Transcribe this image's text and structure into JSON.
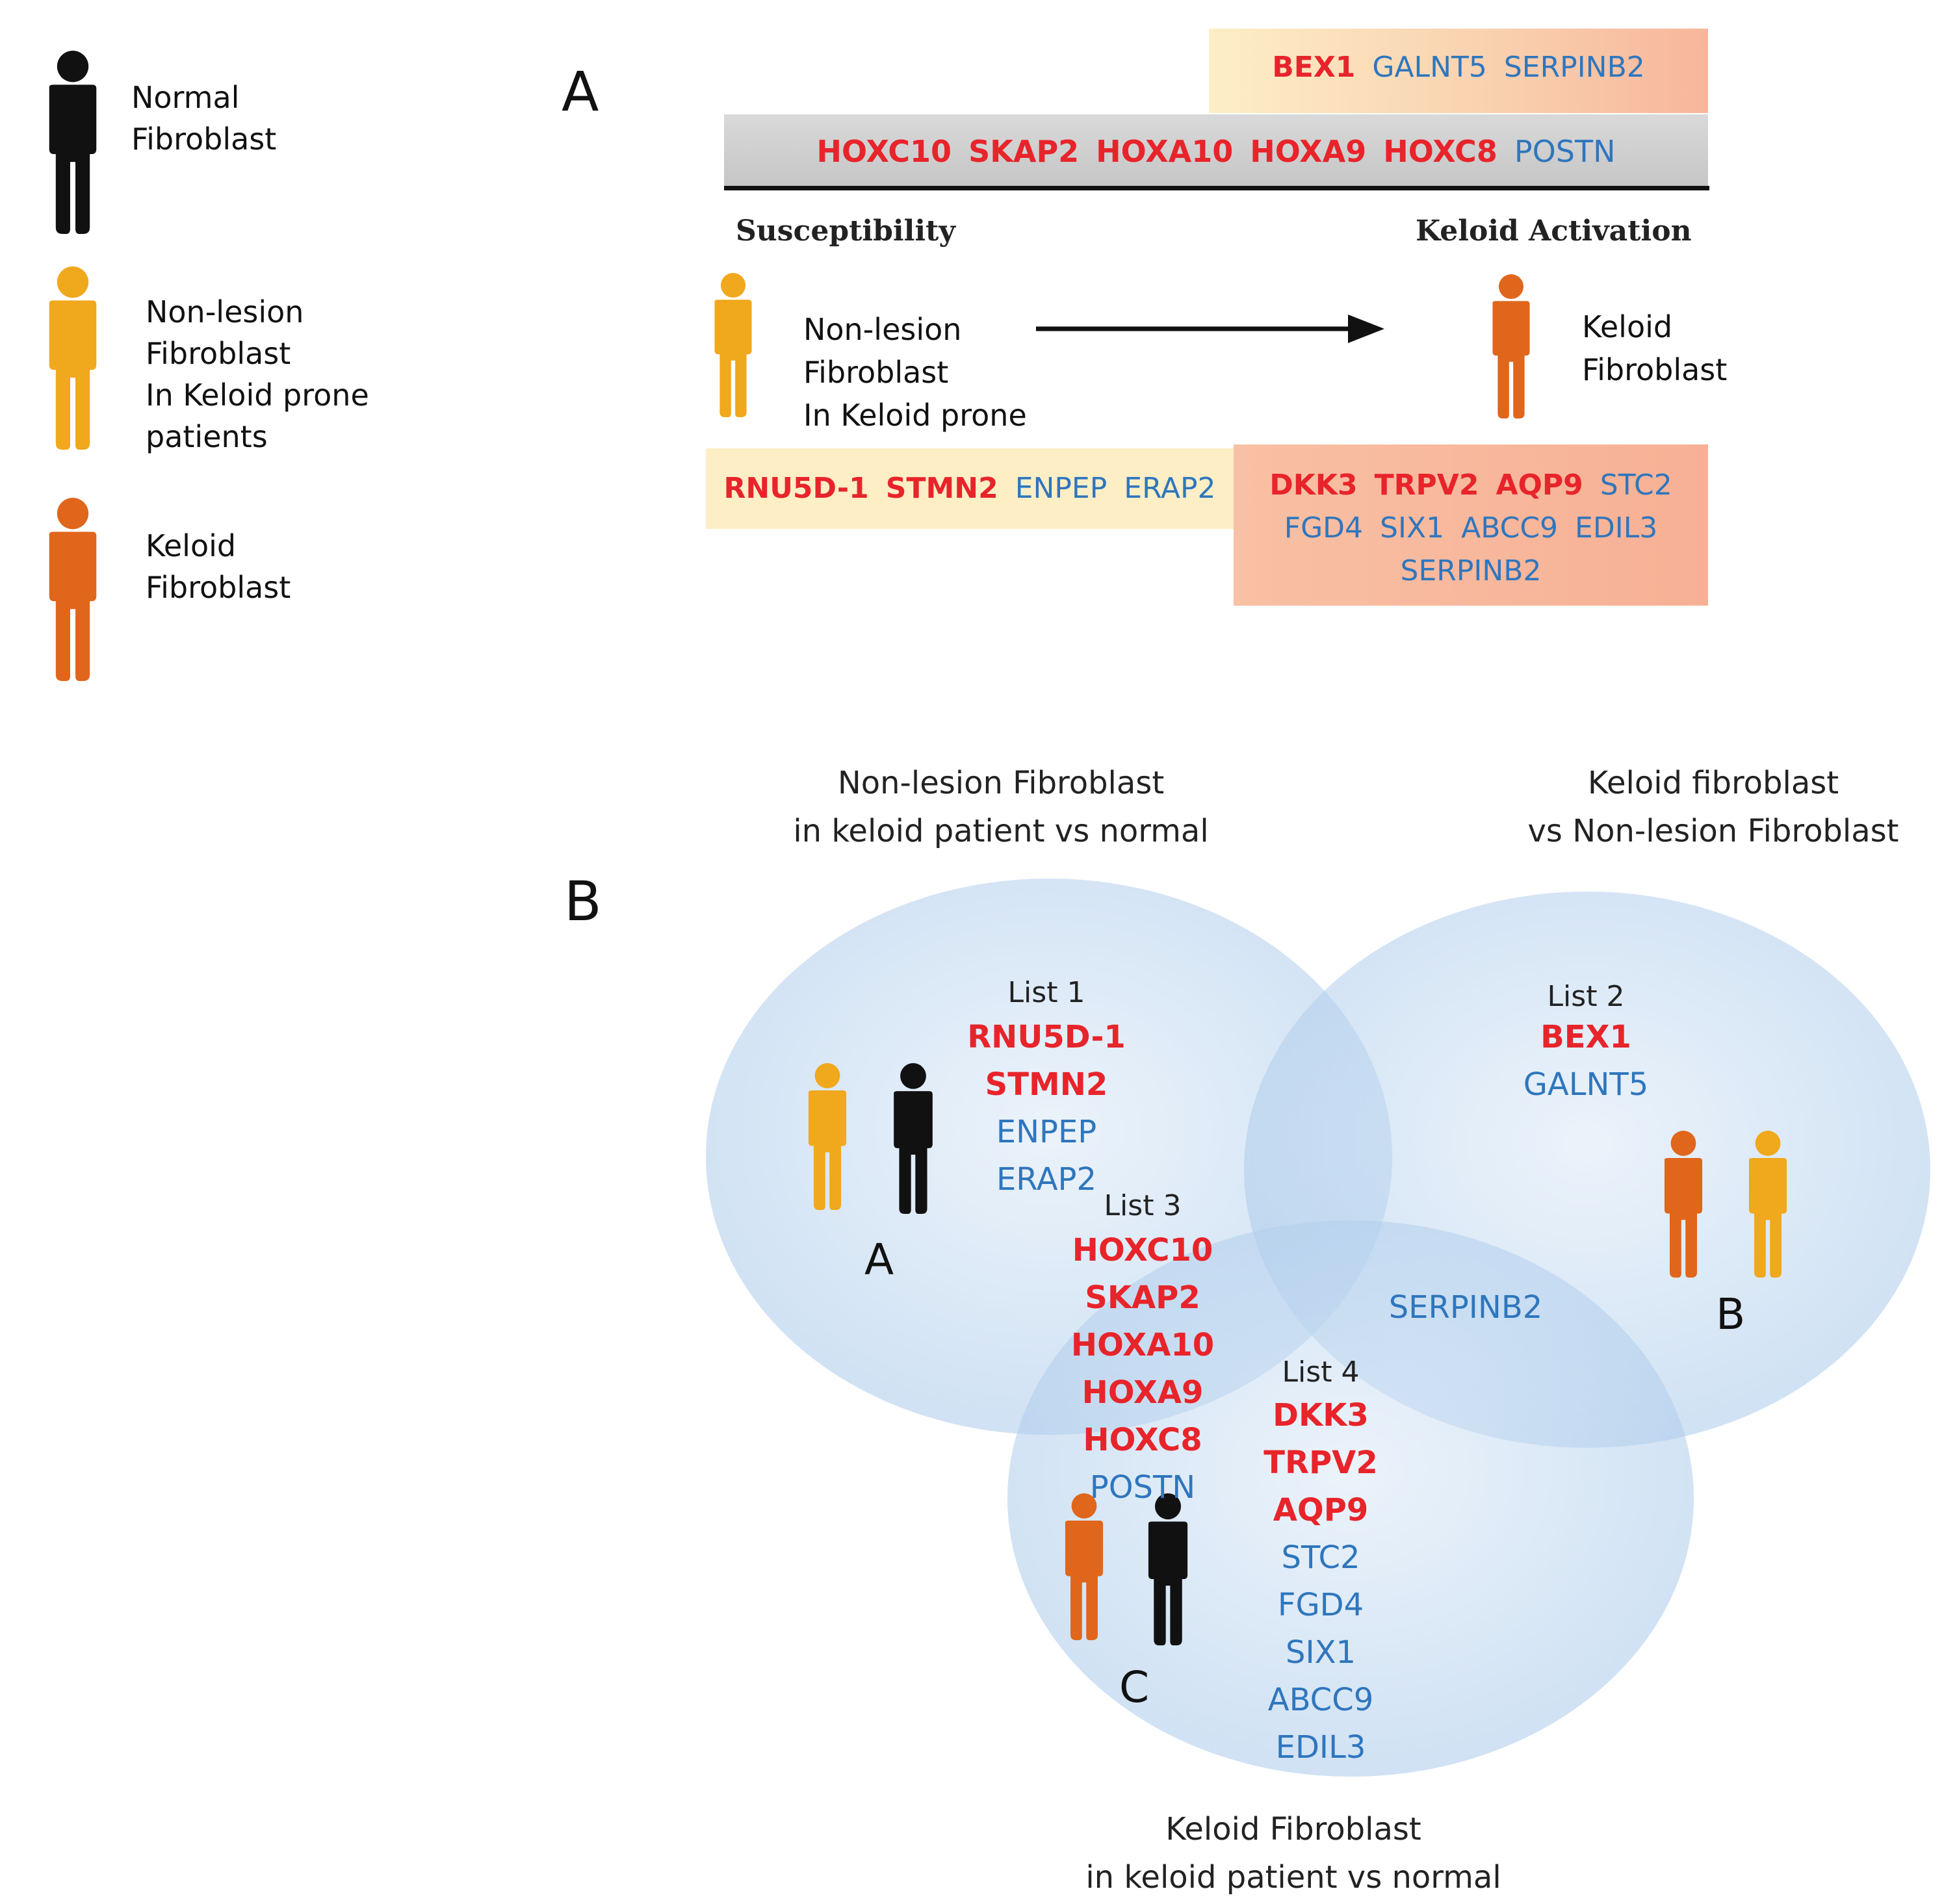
{
  "colors": {
    "up_regulated": "#e8242b",
    "down_regulated": "#2f76bd",
    "normal_figure": "#111111",
    "nonlesion_figure": "#f0a81c",
    "keloid_figure": "#e0661c",
    "venn_fill": "#bcd5ef",
    "grey_bar": "#cfcfcf",
    "peach_box": "#f7b69c",
    "cream_box": "#fdeec6"
  },
  "legend": {
    "items": [
      {
        "label": [
          "Normal",
          "Fibroblast"
        ],
        "icon": "person-icon-black"
      },
      {
        "label": [
          "Non-lesion",
          "Fibroblast",
          "In Keloid prone",
          "patients"
        ],
        "icon": "person-icon-yellow"
      },
      {
        "label": [
          "Keloid",
          "Fibroblast"
        ],
        "icon": "person-icon-orange"
      }
    ]
  },
  "panel_a": {
    "letter": "A",
    "top_box": {
      "genes": [
        {
          "name": "BEX1",
          "dir": "up"
        },
        {
          "name": "GALNT5",
          "dir": "down"
        },
        {
          "name": "SERPINB2",
          "dir": "down"
        }
      ]
    },
    "grey_bar": {
      "genes": [
        {
          "name": "HOXC10",
          "dir": "up"
        },
        {
          "name": "SKAP2",
          "dir": "up"
        },
        {
          "name": "HOXA10",
          "dir": "up"
        },
        {
          "name": "HOXA9",
          "dir": "up"
        },
        {
          "name": "HOXC8",
          "dir": "up"
        },
        {
          "name": "POSTN",
          "dir": "down"
        }
      ]
    },
    "susceptibility": "Susceptibility",
    "activation": "Keloid Activation",
    "left_label": [
      "Non-lesion",
      "Fibroblast",
      "In Keloid prone"
    ],
    "right_label": [
      "Keloid",
      "Fibroblast"
    ],
    "bottom_left_box": {
      "genes": [
        {
          "name": "RNU5D-1",
          "dir": "up"
        },
        {
          "name": "STMN2",
          "dir": "up"
        },
        {
          "name": "ENPEP",
          "dir": "down"
        },
        {
          "name": "ERAP2",
          "dir": "down"
        }
      ]
    },
    "bottom_right_box": {
      "rows": [
        [
          {
            "name": "DKK3",
            "dir": "up"
          },
          {
            "name": "TRPV2",
            "dir": "up"
          },
          {
            "name": "AQP9",
            "dir": "up"
          },
          {
            "name": "STC2",
            "dir": "down"
          }
        ],
        [
          {
            "name": "FGD4",
            "dir": "down"
          },
          {
            "name": "SIX1",
            "dir": "down"
          },
          {
            "name": "ABCC9",
            "dir": "down"
          },
          {
            "name": "EDIL3",
            "dir": "down"
          }
        ],
        [
          {
            "name": "SERPINB2",
            "dir": "down"
          }
        ]
      ]
    }
  },
  "panel_b": {
    "letter": "B",
    "title_a": [
      "Non-lesion Fibroblast",
      "in keloid patient vs normal"
    ],
    "title_b": [
      "Keloid fibroblast",
      "vs Non-lesion Fibroblast"
    ],
    "title_c": [
      "Keloid Fibroblast",
      "in keloid patient vs normal"
    ],
    "circle_a_letter": "A",
    "circle_b_letter": "B",
    "circle_c_letter": "C",
    "list1": {
      "title": "List 1",
      "genes": [
        {
          "name": "RNU5D-1",
          "dir": "up"
        },
        {
          "name": "STMN2",
          "dir": "up"
        },
        {
          "name": "ENPEP",
          "dir": "down"
        },
        {
          "name": "ERAP2",
          "dir": "down"
        }
      ]
    },
    "list2": {
      "title": "List 2",
      "genes": [
        {
          "name": "BEX1",
          "dir": "up"
        },
        {
          "name": "GALNT5",
          "dir": "down"
        }
      ]
    },
    "list3": {
      "title": "List 3",
      "genes": [
        {
          "name": "HOXC10",
          "dir": "up"
        },
        {
          "name": "SKAP2",
          "dir": "up"
        },
        {
          "name": "HOXA10",
          "dir": "up"
        },
        {
          "name": "HOXA9",
          "dir": "up"
        },
        {
          "name": "HOXC8",
          "dir": "up"
        },
        {
          "name": "POSTN",
          "dir": "down"
        }
      ]
    },
    "bc_overlap": {
      "genes": [
        {
          "name": "SERPINB2",
          "dir": "down"
        }
      ]
    },
    "list4": {
      "title": "List 4",
      "genes": [
        {
          "name": "DKK3",
          "dir": "up"
        },
        {
          "name": "TRPV2",
          "dir": "up"
        },
        {
          "name": "AQP9",
          "dir": "up"
        },
        {
          "name": "STC2",
          "dir": "down"
        },
        {
          "name": "FGD4",
          "dir": "down"
        },
        {
          "name": "SIX1",
          "dir": "down"
        },
        {
          "name": "ABCC9",
          "dir": "down"
        },
        {
          "name": "EDIL3",
          "dir": "down"
        }
      ]
    }
  }
}
